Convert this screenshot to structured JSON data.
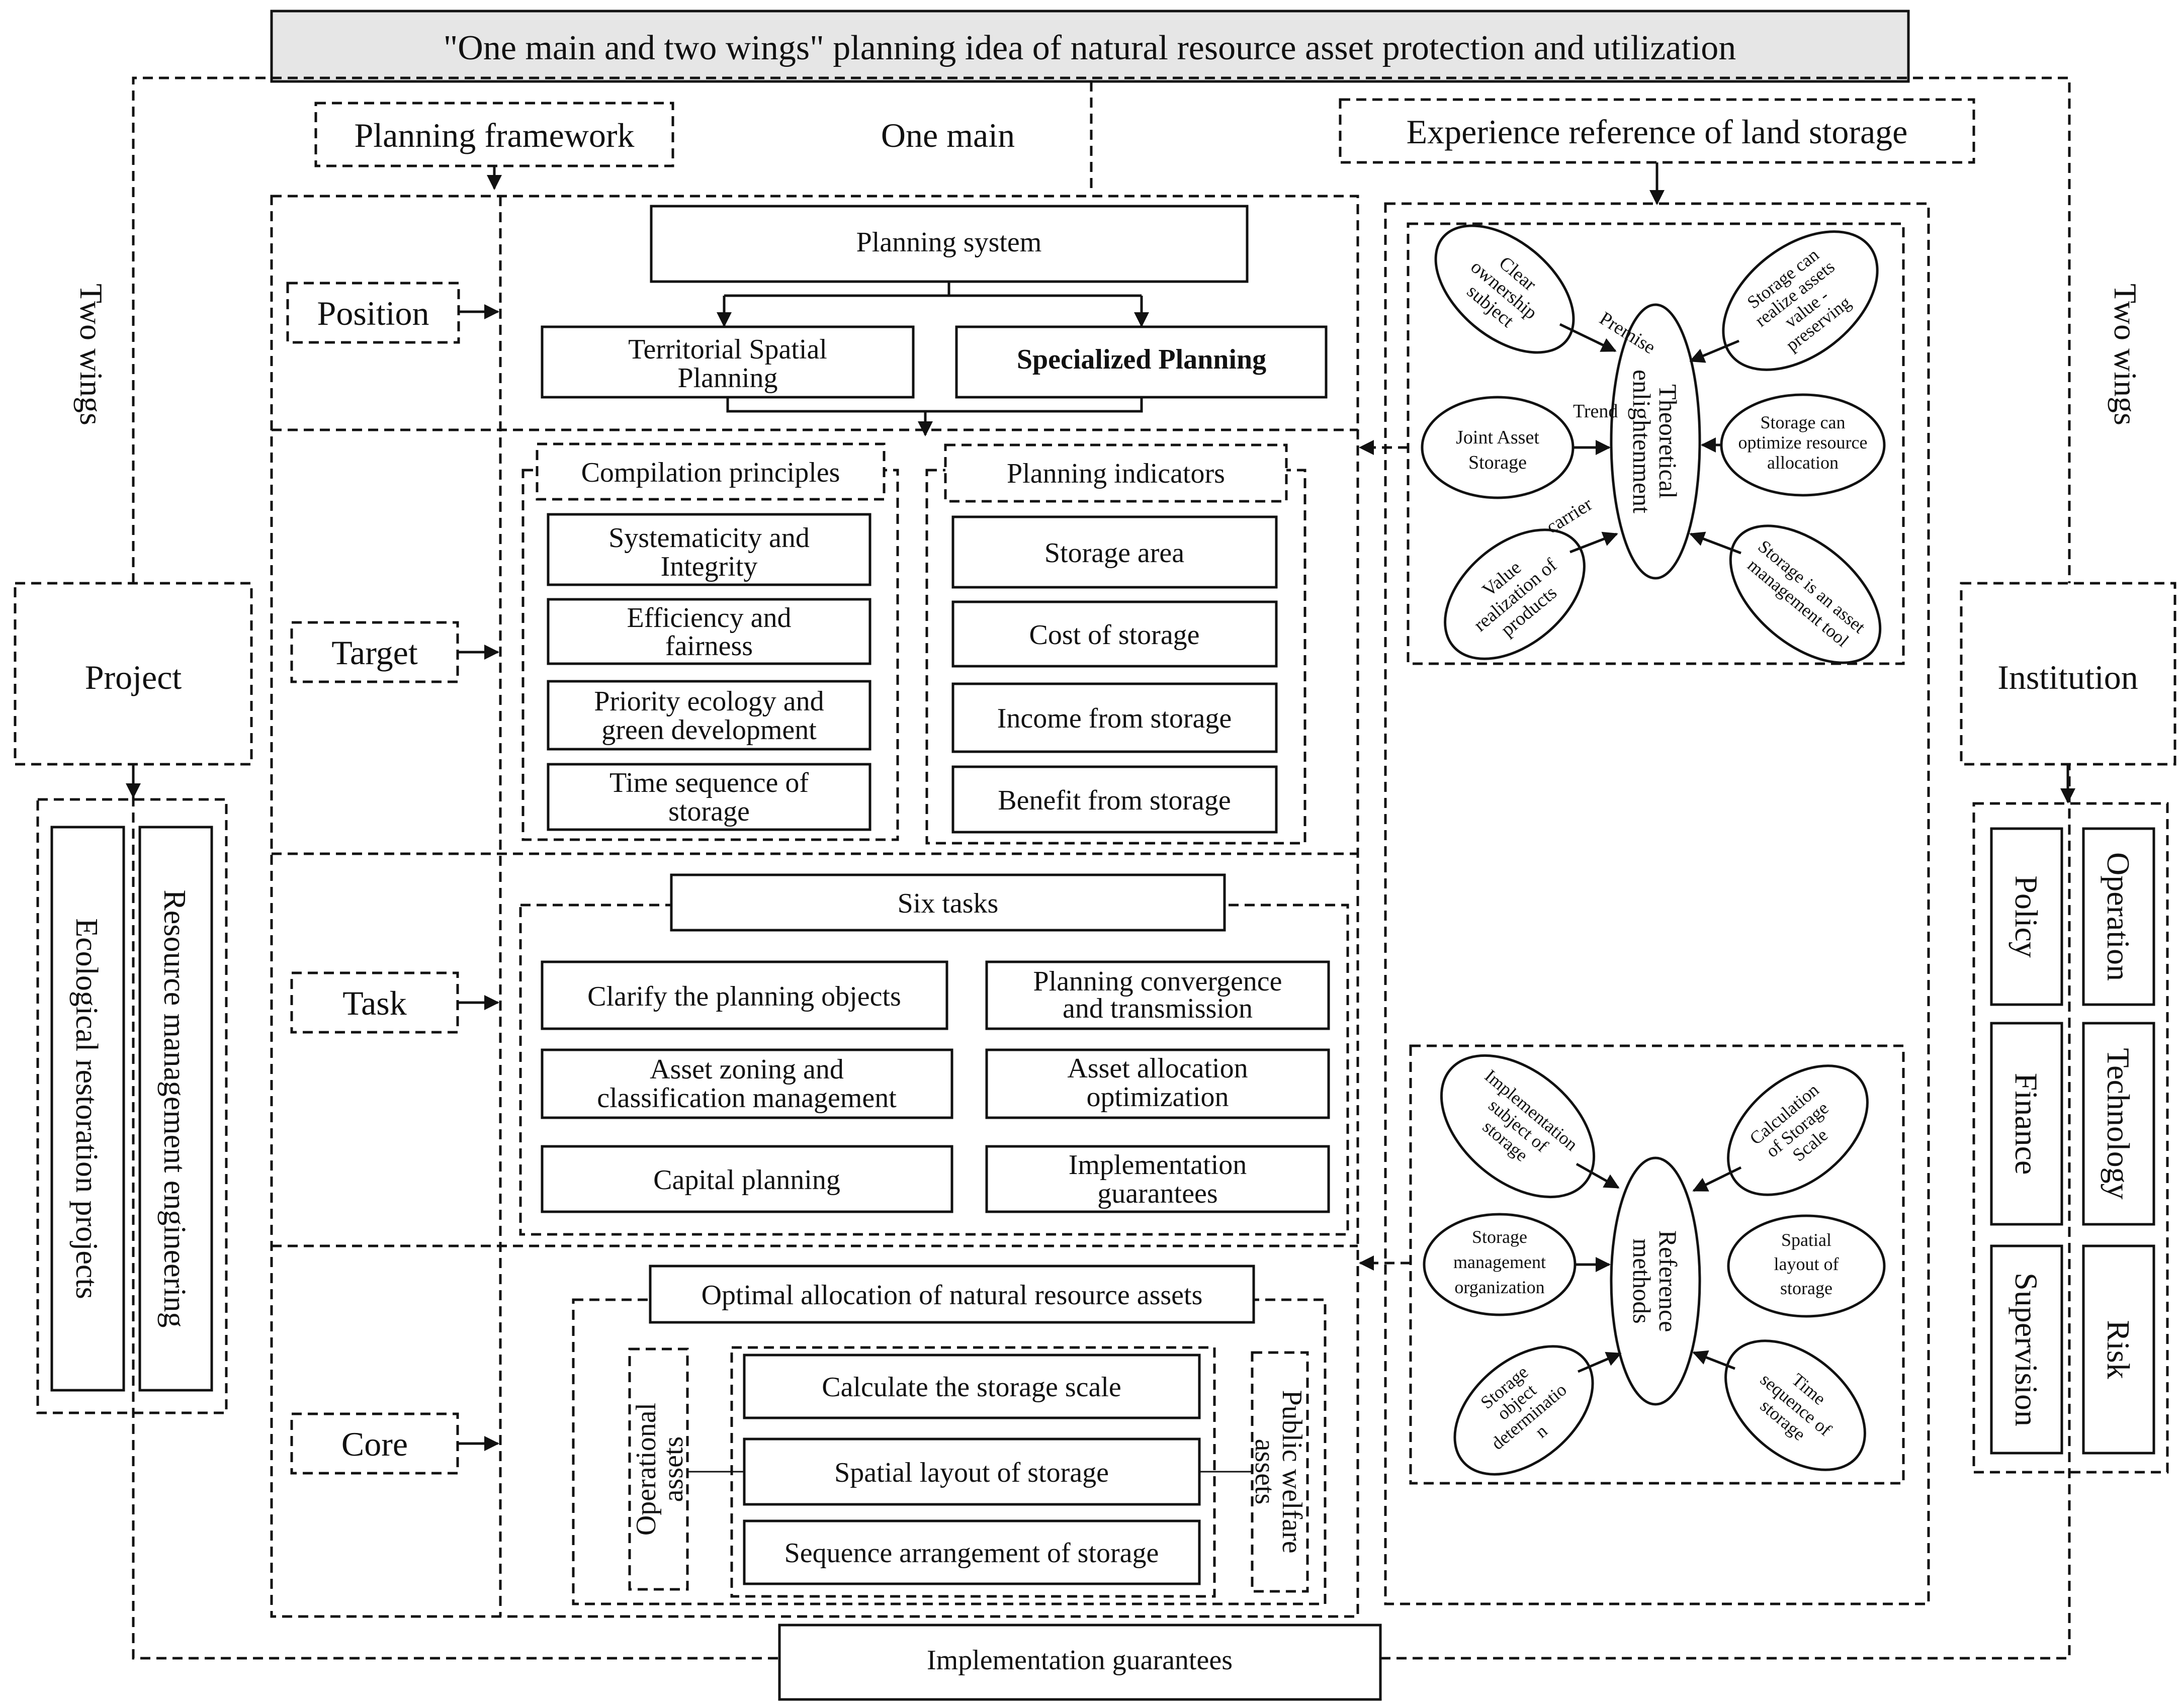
{
  "title": "\"One main and two wings\" planning idea of natural resource asset protection and utilization",
  "header": {
    "planning_framework": "Planning framework",
    "one_main": "One main",
    "experience_reference": "Experience reference of land storage",
    "two_wings_left": "Two wings",
    "two_wings_right": "Two wings"
  },
  "left_wing": {
    "title": "Project",
    "items": [
      "Ecological  restoration projects",
      "Resource management engineering"
    ]
  },
  "right_wing": {
    "title": "Institution",
    "items": [
      "Policy",
      "Operation",
      "Finance",
      "Technology",
      "Supervision",
      "Risk"
    ]
  },
  "rows": {
    "position": "Position",
    "target": "Target",
    "task": "Task",
    "core": "Core"
  },
  "position": {
    "planning_system": "Planning system",
    "territorial": [
      "Territorial Spatial",
      "Planning"
    ],
    "specialized": "Specialized Planning"
  },
  "target": {
    "compilation_title": "Compilation principles",
    "compilation_items": [
      [
        "Systematicity and",
        "Integrity"
      ],
      [
        "Efficiency and",
        "fairness"
      ],
      [
        "Priority ecology and",
        "green development"
      ],
      [
        "Time sequence of",
        "storage"
      ]
    ],
    "indicators_title": "Planning indicators",
    "indicator_items": [
      "Storage area",
      "Cost of storage",
      "Income from storage",
      "Benefit from storage"
    ]
  },
  "task": {
    "title": "Six tasks",
    "items": [
      [
        "Clarify the planning objects"
      ],
      [
        "Planning convergence",
        "and transmission"
      ],
      [
        "Asset zoning and",
        "classification management"
      ],
      [
        "Asset allocation",
        "optimization"
      ],
      [
        "Capital planning"
      ],
      [
        "Implementation",
        "guarantees"
      ]
    ]
  },
  "core": {
    "title": "Optimal allocation of natural resource assets",
    "left_label": [
      "Operational",
      "assets"
    ],
    "right_label": [
      "Public welfare",
      "assets"
    ],
    "items": [
      "Calculate the storage scale",
      "Spatial layout of storage",
      "Sequence arrangement of storage"
    ]
  },
  "theory": {
    "center": [
      "Theoretical",
      "enlightenment"
    ],
    "nodes": {
      "clear_ownership": [
        "Clear",
        "ownership",
        "subject"
      ],
      "joint_asset": [
        "Joint Asset",
        "Storage"
      ],
      "value_realization": [
        "Value",
        "realization of",
        "products"
      ],
      "storage_value": [
        "Storage can",
        "realize assets",
        "value -",
        "preserving"
      ],
      "storage_optimize": [
        "Storage can",
        "optimize resource",
        "allocation"
      ],
      "storage_tool": [
        "Storage is an asset",
        "management tool"
      ]
    },
    "edge_labels": {
      "premise": "Premise",
      "trend": "Trend",
      "carrier": "carrier"
    }
  },
  "methods": {
    "center": [
      "Reference",
      "methods"
    ],
    "nodes": {
      "implementation_subject": [
        "Implementation",
        "subject of",
        "storage"
      ],
      "calculation_scale": [
        "Calculation",
        "of Storage",
        "Scale"
      ],
      "management_org": [
        "Storage",
        "management",
        "organization"
      ],
      "spatial_layout": [
        "Spatial",
        "layout of",
        "storage"
      ],
      "object_determination": [
        "Storage",
        "object",
        "determinatio",
        "n"
      ],
      "time_sequence": [
        "Time",
        "sequence of",
        "storage"
      ]
    }
  },
  "footer": "Implementation guarantees"
}
